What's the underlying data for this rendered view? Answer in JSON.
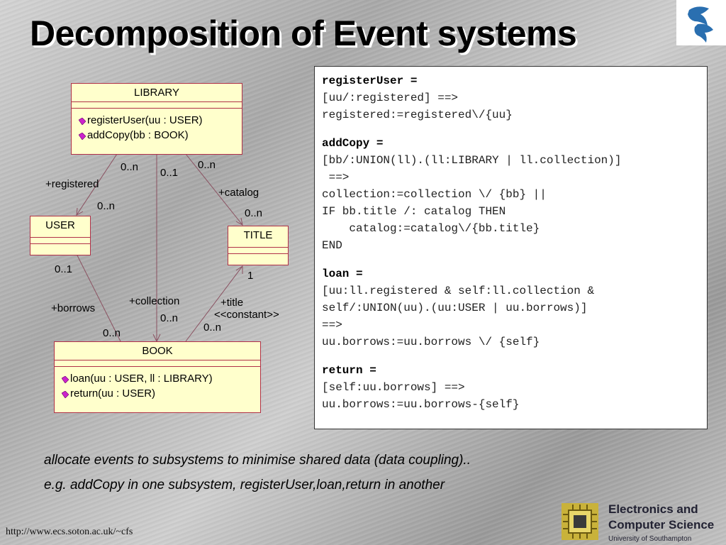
{
  "slide": {
    "title": "Decomposition of Event systems",
    "url": "http://www.ecs.soton.ac.uk/~cfs"
  },
  "uml": {
    "classes": {
      "library": {
        "name": "LIBRARY",
        "ops": [
          "registerUser(uu : USER)",
          "addCopy(bb : BOOK)"
        ]
      },
      "user": {
        "name": "USER"
      },
      "title": {
        "name": "TITLE"
      },
      "book": {
        "name": "BOOK",
        "ops": [
          "loan(uu : USER, ll : LIBRARY)",
          "return(uu : USER)"
        ]
      }
    },
    "labels": {
      "registered_role": "+registered",
      "lib_user_mult_lib": "0..n",
      "lib_user_mult_user": "0..n",
      "lib_book_mult": "0..1",
      "lib_title_mult_lib": "0..n",
      "catalog_role": "+catalog",
      "lib_title_mult_title": "0..n",
      "user_mult": "0..1",
      "borrows_role": "+borrows",
      "book_user_mult": "0..n",
      "collection_role": "+collection",
      "collection_mult": "0..n",
      "title_role": "+title",
      "constant_stereotype": "<<constant>>",
      "title_mult_title": "1",
      "title_mult_book": "0..n"
    },
    "colors": {
      "class_fill": "#ffffcc",
      "border": "#b03048",
      "op_marker": "#cc22cc"
    }
  },
  "code": {
    "blocks": [
      {
        "name": "registerUser =",
        "lines": [
          "[uu/:registered] ==>",
          "registered:=registered\\/{uu}"
        ]
      },
      {
        "name": "addCopy =",
        "lines": [
          "[bb/:UNION(ll).(ll:LIBRARY | ll.collection)]",
          " ==>",
          "collection:=collection \\/ {bb} ||",
          "IF bb.title /: catalog THEN",
          "    catalog:=catalog\\/{bb.title}",
          "END"
        ]
      },
      {
        "name": "loan =",
        "lines": [
          "[uu:ll.registered & self:ll.collection &",
          "self/:UNION(uu).(uu:USER | uu.borrows)]",
          "==>",
          "uu.borrows:=uu.borrows \\/ {self}"
        ]
      },
      {
        "name": "return =",
        "lines": [
          "[self:uu.borrows] ==>",
          "uu.borrows:=uu.borrows-{self}"
        ]
      }
    ]
  },
  "bullets": [
    "allocate events to subsystems to minimise shared data (data coupling)..",
    "e.g. addCopy in one subsystem, registerUser,loan,return in another"
  ],
  "footer_logo": {
    "line1": "Electronics and",
    "line2": "Computer Science",
    "line3": "University of Southampton"
  }
}
